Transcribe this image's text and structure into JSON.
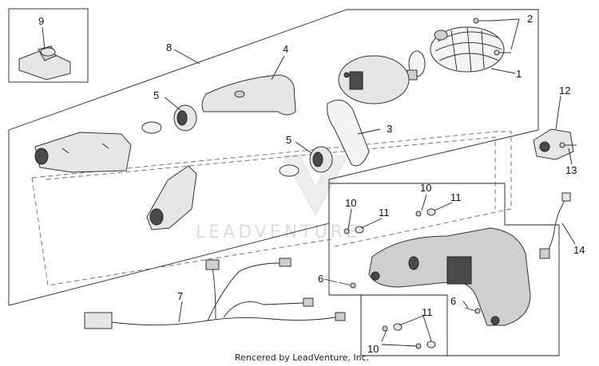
{
  "callouts": {
    "c1": "1",
    "c2": "2",
    "c3": "3",
    "c4": "4",
    "c5a": "5",
    "c5b": "5",
    "c6a": "6",
    "c6b": "6",
    "c7": "7",
    "c8": "8",
    "c9": "9",
    "c10a": "10",
    "c10b": "10",
    "c10c": "10",
    "c11a": "11",
    "c11b": "11",
    "c11c": "11",
    "c12": "12",
    "c13": "13",
    "c14": "14"
  },
  "watermark": "LEADVENTURE",
  "footer": "Rencered by LeadVenture, Inc."
}
